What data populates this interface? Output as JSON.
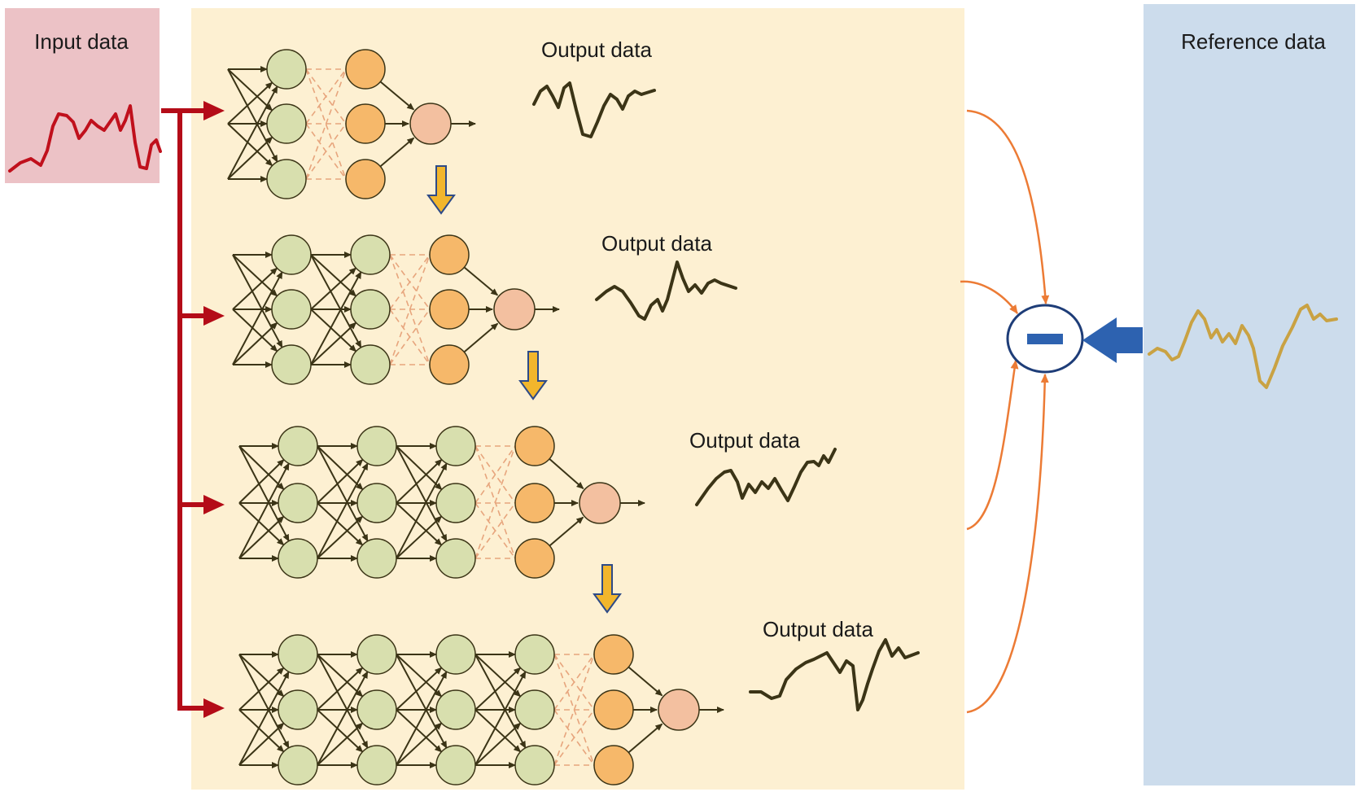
{
  "input": {
    "title": "Input data"
  },
  "reference": {
    "title": "Reference data"
  },
  "outputs": [
    {
      "label": "Output data",
      "hidden_layers": 1
    },
    {
      "label": "Output data",
      "hidden_layers": 2
    },
    {
      "label": "Output data",
      "hidden_layers": 3
    },
    {
      "label": "Output data",
      "hidden_layers": 4
    }
  ],
  "operator": {
    "symbol": "minus-icon"
  },
  "colors": {
    "input_panel": "#ecc2c6",
    "input_signal": "#c0101c",
    "network_panel": "#fdf0d2",
    "reference_panel": "#ccdcec",
    "reference_signal": "#c9a243",
    "green_node": "#d8dfae",
    "orange_node": "#f6b86a",
    "output_node": "#f3c0a0",
    "node_stroke": "#3b3416",
    "red_arrow": "#b40c18",
    "orange_line": "#ec7b35",
    "yellow_arrow": "#f2b62c",
    "blue_arrow": "#2d62b0"
  }
}
